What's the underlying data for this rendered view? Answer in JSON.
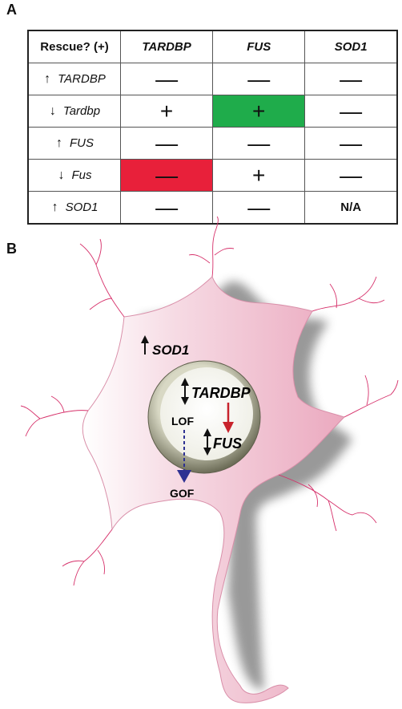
{
  "panels": {
    "a": "A",
    "b": "B"
  },
  "table": {
    "corner": "Rescue? (+)",
    "columns": [
      "TARDBP",
      "FUS",
      "SOD1"
    ],
    "rows": [
      {
        "arrow": "↑",
        "gene": "TARDBP",
        "cells": [
          "—",
          "—",
          "—"
        ]
      },
      {
        "arrow": "↓",
        "gene": "Tardbp",
        "cells": [
          "+",
          "+",
          "—"
        ]
      },
      {
        "arrow": "↑",
        "gene": "FUS",
        "cells": [
          "—",
          "—",
          "—"
        ]
      },
      {
        "arrow": "↓",
        "gene": "Fus",
        "cells": [
          "—",
          "+",
          "—"
        ]
      },
      {
        "arrow": "↑",
        "gene": "SOD1",
        "cells": [
          "—",
          "—",
          "N/A"
        ]
      }
    ],
    "highlight_colors": {
      "green": "#1fac4b",
      "red": "#e8203a"
    }
  },
  "diagram": {
    "sod1": "SOD1",
    "tardbp": "TARDBP",
    "fus": "FUS",
    "lof": "LOF",
    "gof": "GOF",
    "colors": {
      "cell_body": "#f2c9d6",
      "dendrite": "#d6306a",
      "red_arrow": "#c8232c",
      "blue_arrow": "#2e3192",
      "nucleus_ring": "#8c8c74"
    }
  }
}
